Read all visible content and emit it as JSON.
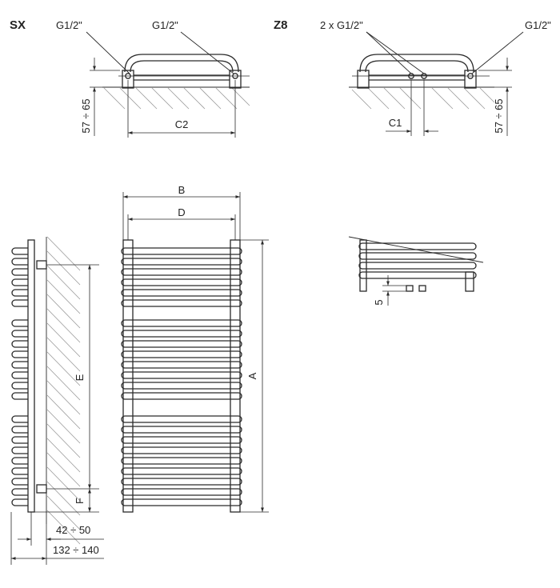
{
  "views": {
    "sx": {
      "label": "SX",
      "left_thread": "G1/2\"",
      "right_thread": "G1/2\"",
      "width_dim": "C2",
      "depth_dim": "57 ÷ 65"
    },
    "z8": {
      "label": "Z8",
      "center_thread": "2 x G1/2\"",
      "right_thread": "G1/2\"",
      "offset_dim": "C1",
      "depth_dim": "57 ÷ 65"
    }
  },
  "front": {
    "width_outer": "B",
    "width_inner": "D",
    "height": "A"
  },
  "side": {
    "mount_spacing": "E",
    "bottom_offset": "F",
    "wall_gap": "42 ÷ 50",
    "total_depth": "132 ÷ 140"
  },
  "detail": {
    "gap": "5"
  }
}
